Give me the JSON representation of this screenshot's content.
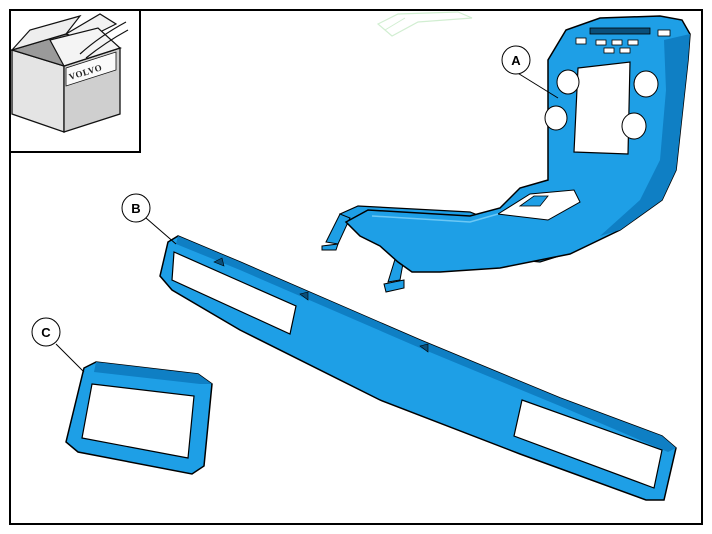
{
  "box_label": "VOLVO",
  "callouts": {
    "a": "A",
    "b": "B",
    "c": "C"
  },
  "colors": {
    "part_fill": "#1e9fe6",
    "part_shade": "#0f7fc4",
    "part_highlight": "#6cc8f5",
    "outline": "#000000",
    "box_fill": "#e8e8e8"
  },
  "icons": {
    "package": "volvo-parts-box-icon"
  }
}
